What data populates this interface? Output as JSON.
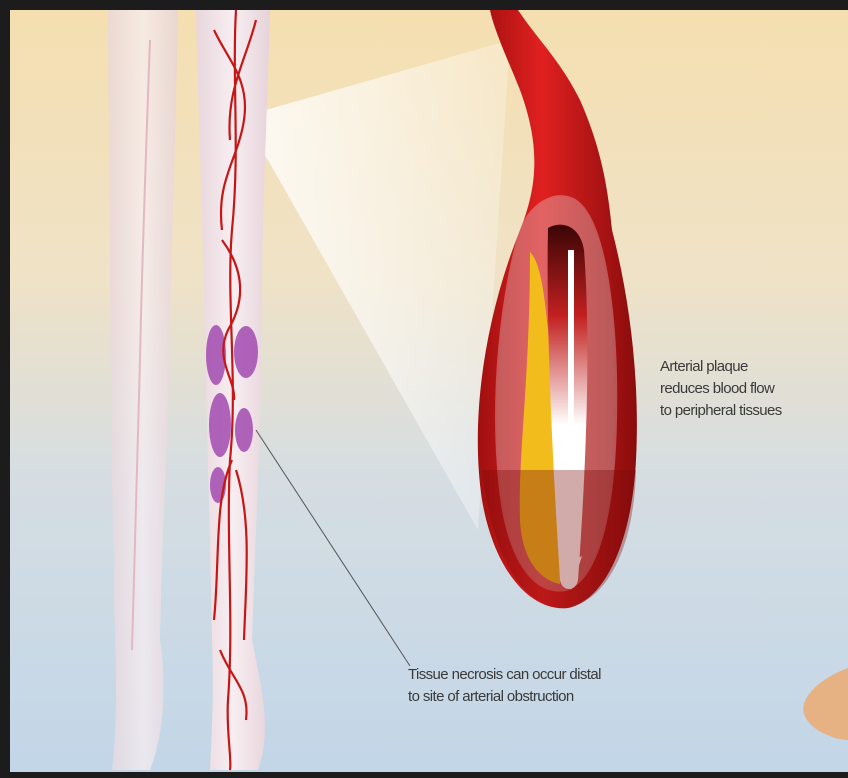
{
  "labels": {
    "plaque": [
      "Arterial plaque",
      "reduces blood flow",
      "to peripheral tissues"
    ],
    "necrosis": [
      "Tissue necrosis can occur distal",
      "to site of arterial obstruction"
    ]
  },
  "colors": {
    "background_top": "#f5dfb0",
    "background_bottom": "#c4d7e8",
    "artery_red": "#c81616",
    "artery_dark": "#7a0b0b",
    "plaque_yellow": "#f2bc1c",
    "necrosis_purple": "#a24bb0",
    "leg_skin": "#f2e6ea"
  }
}
